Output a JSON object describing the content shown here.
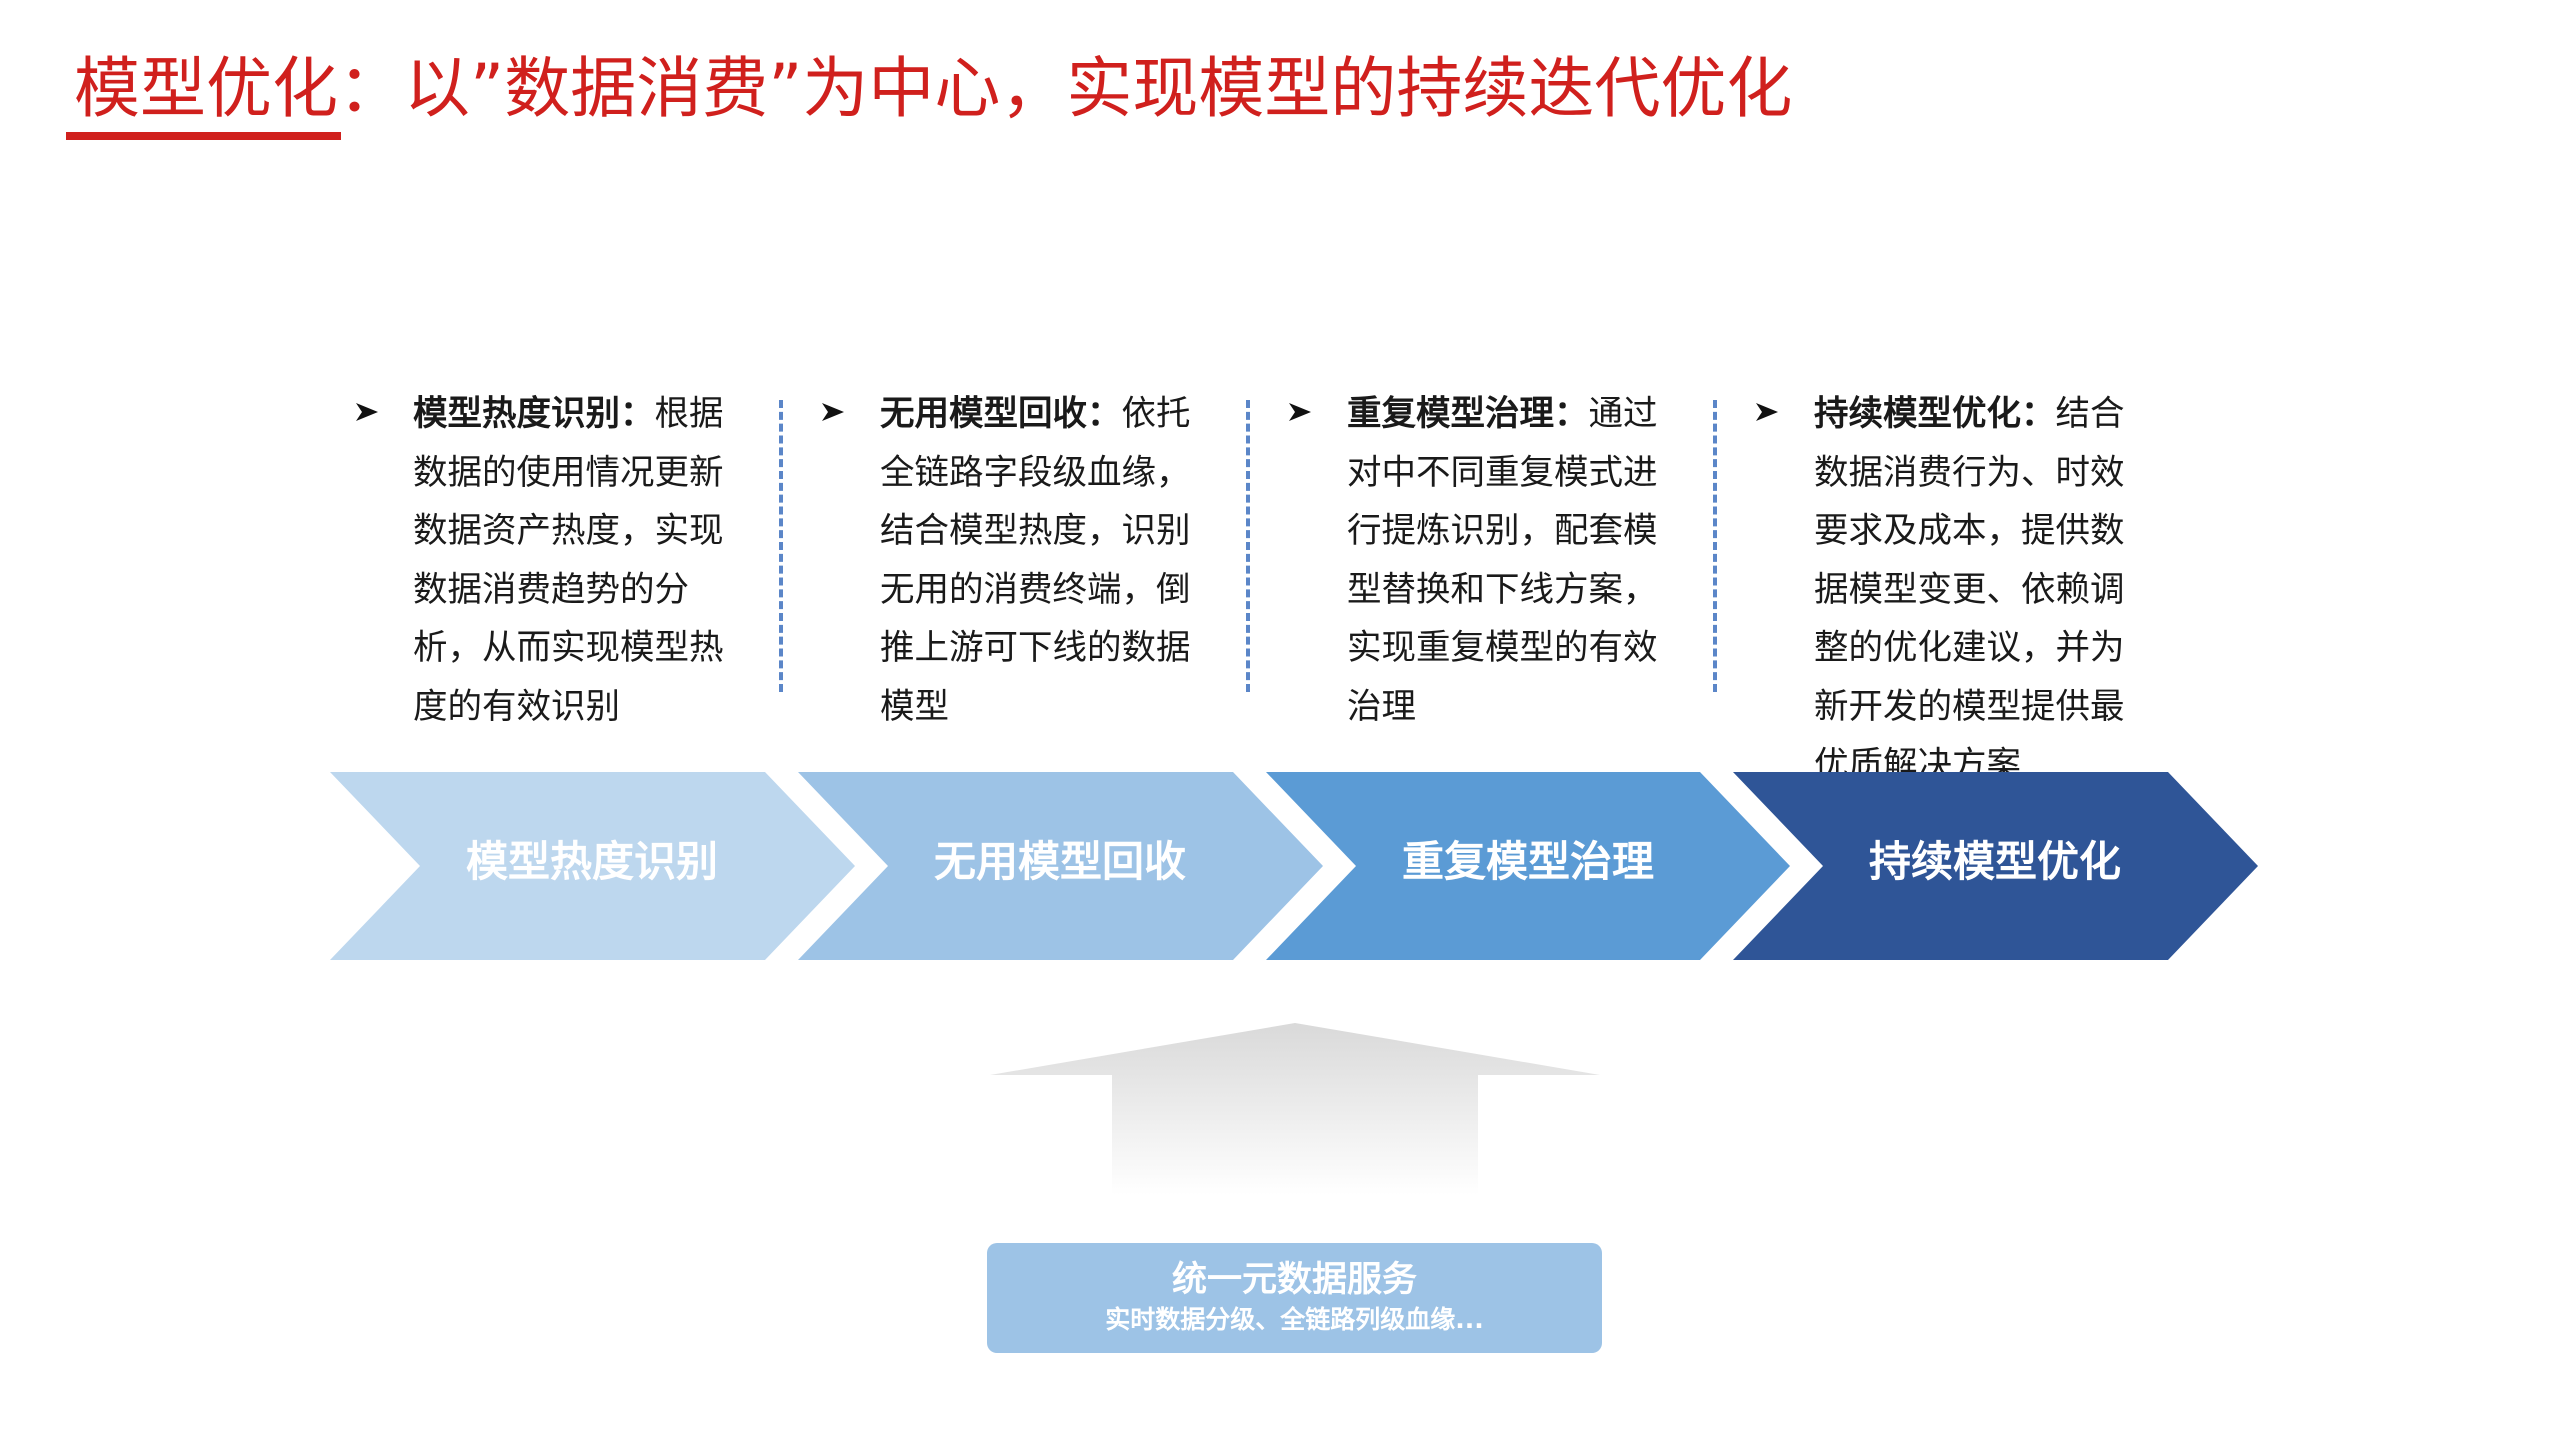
{
  "title": "模型优化：以”数据消费”为中心，实现模型的持续迭代优化",
  "colors": {
    "title": "#d0201d",
    "stage1": "#bdd7ee",
    "stage2": "#9dc3e6",
    "stage3": "#5b9bd5",
    "stage4": "#2f5597",
    "divider": "#5b86c8",
    "base": "#9dc3e6"
  },
  "descriptions": [
    {
      "bold": "模型热度识别",
      "colon": "：",
      "text": "根据数据的使用情况更新数据资产热度，实现数据消费趋势的分析，从而实现模型热度的有效识别"
    },
    {
      "bold": "无用模型回收",
      "colon": "：",
      "text": "依托全链路字段级血缘，结合模型热度，识别无用的消费终端，倒推上游可下线的数据模型"
    },
    {
      "bold": "重复模型治理",
      "colon": "：",
      "text": "通过对中不同重复模式进行提炼识别，配套模型替换和下线方案，实现重复模型的有效治理"
    },
    {
      "bold": "持续模型优化",
      "colon": "：",
      "text": "结合数据消费行为、时效要求及成本，提供数据模型变更、依赖调整的优化建议，并为新开发的模型提供最优质解决方案"
    }
  ],
  "stages": [
    {
      "label": "模型热度识别"
    },
    {
      "label": "无用模型回收"
    },
    {
      "label": "重复模型治理"
    },
    {
      "label": "持续模型优化"
    }
  ],
  "base": {
    "title": "统一元数据服务",
    "subtitle": "实时数据分级、全链路列级血缘..."
  }
}
